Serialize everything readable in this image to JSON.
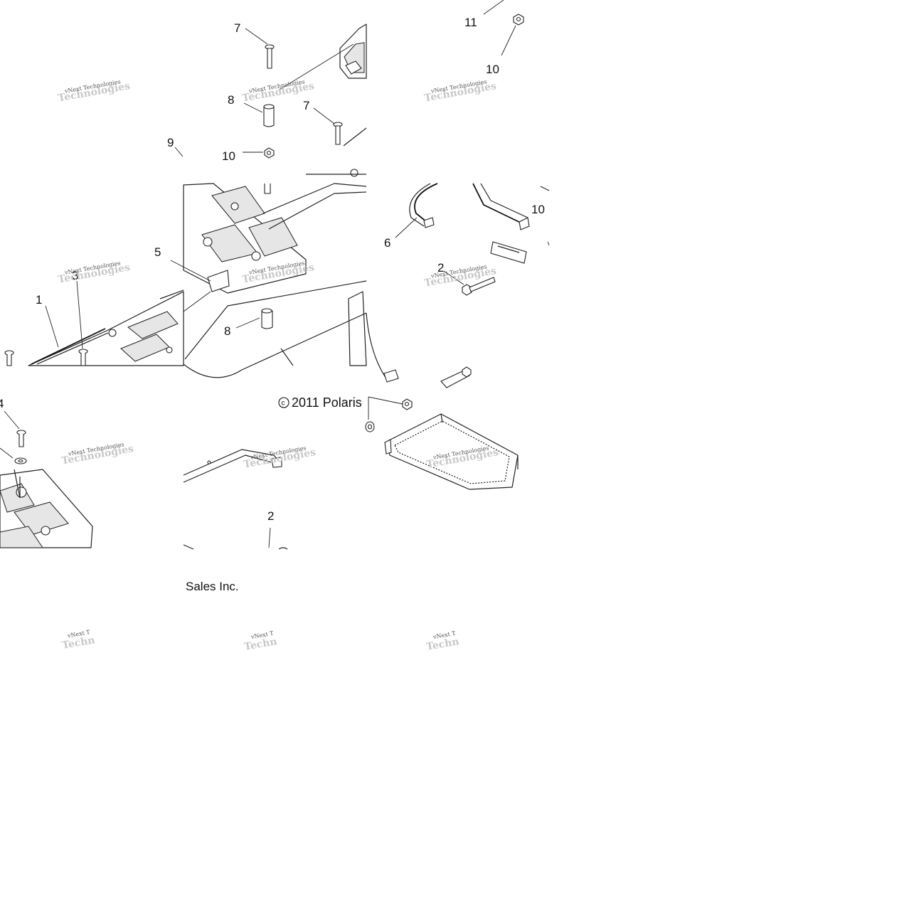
{
  "callouts": [
    {
      "id": "c7a",
      "label": "7"
    },
    {
      "id": "c11",
      "label": "11"
    },
    {
      "id": "c10a",
      "label": "10"
    },
    {
      "id": "c8a",
      "label": "8"
    },
    {
      "id": "c7b",
      "label": "7"
    },
    {
      "id": "c9",
      "label": "9"
    },
    {
      "id": "c10b",
      "label": "10"
    },
    {
      "id": "c10c",
      "label": "10"
    },
    {
      "id": "c6",
      "label": "6"
    },
    {
      "id": "c5",
      "label": "5"
    },
    {
      "id": "c3",
      "label": "3"
    },
    {
      "id": "c1",
      "label": "1"
    },
    {
      "id": "c2a",
      "label": "2"
    },
    {
      "id": "c8b",
      "label": "8"
    },
    {
      "id": "c4",
      "label": "4"
    },
    {
      "id": "c2b",
      "label": "2"
    }
  ],
  "copyright": {
    "symbol": "c",
    "text": "2011 Polaris"
  },
  "footer_text": "Sales Inc.",
  "watermark": {
    "line1": "vNext Technologies",
    "line2": "Technologies",
    "line1_cut": "vNext T",
    "line2_cut": "Techn"
  }
}
